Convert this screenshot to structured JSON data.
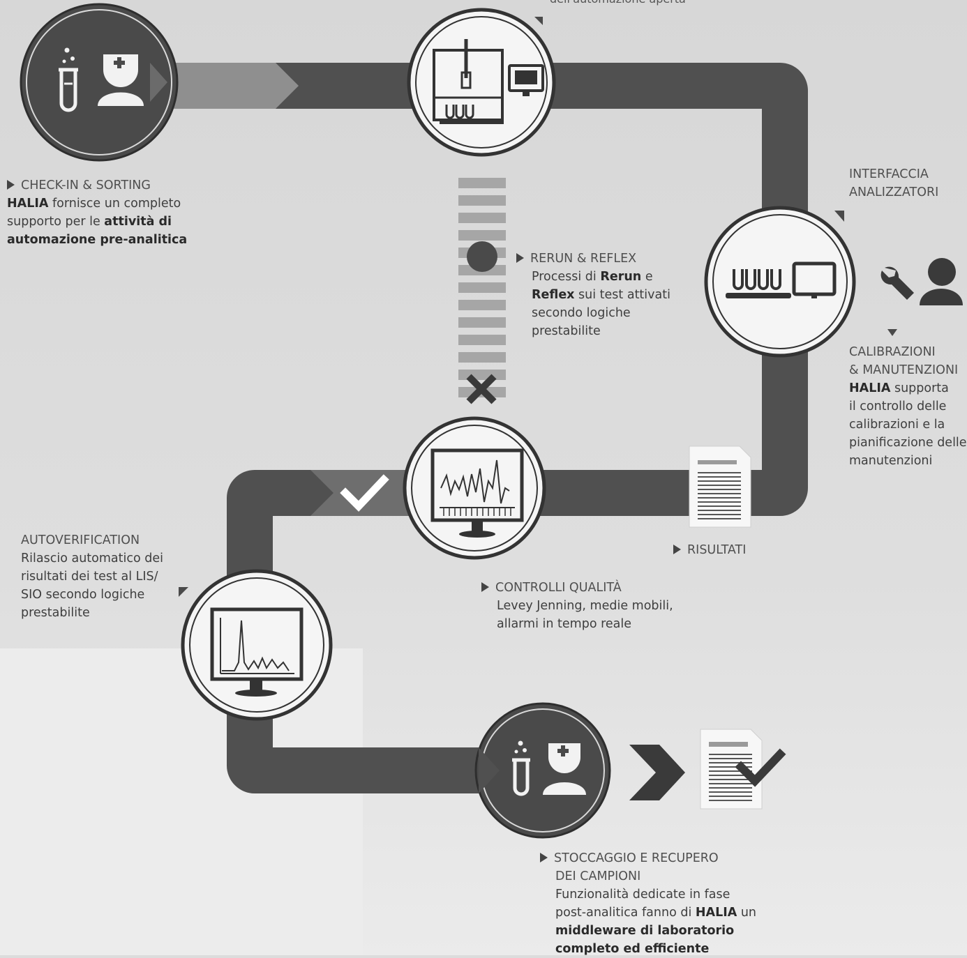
{
  "top_caption": "dell'automazione aperta",
  "nodes": [
    {
      "id": "checkin",
      "head": "CHECK-IN & SORTING",
      "lines": [
        [
          {
            "t": "HALIA",
            "b": true
          },
          {
            "t": " fornisce un completo",
            "b": false
          }
        ],
        [
          {
            "t": "supporto per le ",
            "b": false
          },
          {
            "t": "attività di",
            "b": true
          }
        ],
        [
          {
            "t": "automazione pre-analitica",
            "b": true
          }
        ]
      ]
    },
    {
      "id": "interfaccia",
      "head_lines": [
        "INTERFACCIA",
        "ANALIZZATORI"
      ]
    },
    {
      "id": "rerun",
      "head": "RERUN & REFLEX",
      "lines": [
        [
          {
            "t": "Processi di ",
            "b": false
          },
          {
            "t": "Rerun",
            "b": true
          },
          {
            "t": " e",
            "b": false
          }
        ],
        [
          {
            "t": "Reflex",
            "b": true
          },
          {
            "t": " sui test attivati",
            "b": false
          }
        ],
        [
          {
            "t": "secondo logiche",
            "b": false
          }
        ],
        [
          {
            "t": "prestabilite",
            "b": false
          }
        ]
      ]
    },
    {
      "id": "calibrazioni",
      "head_lines": [
        "CALIBRAZIONI",
        "& MANUTENZIONI"
      ],
      "lines": [
        [
          {
            "t": "HALIA",
            "b": true
          },
          {
            "t": " supporta",
            "b": false
          }
        ],
        [
          {
            "t": "il controllo delle",
            "b": false
          }
        ],
        [
          {
            "t": "calibrazioni e la",
            "b": false
          }
        ],
        [
          {
            "t": "pianificazione delle",
            "b": false
          }
        ],
        [
          {
            "t": "manutenzioni",
            "b": false
          }
        ]
      ]
    },
    {
      "id": "risultati",
      "head": "RISULTATI"
    },
    {
      "id": "qualita",
      "head": "CONTROLLI QUALITÀ",
      "lines": [
        [
          {
            "t": "Levey Jenning, medie mobili,",
            "b": false
          }
        ],
        [
          {
            "t": "allarmi in tempo reale",
            "b": false
          }
        ]
      ]
    },
    {
      "id": "autoverification",
      "head_lines": [
        "AUTOVERIFICATION"
      ],
      "lines": [
        [
          {
            "t": "Rilascio automatico dei",
            "b": false
          }
        ],
        [
          {
            "t": "risultati dei test al LIS/",
            "b": false
          }
        ],
        [
          {
            "t": "SIO secondo logiche",
            "b": false
          }
        ],
        [
          {
            "t": "prestabilite",
            "b": false
          }
        ]
      ]
    },
    {
      "id": "stoccaggio",
      "head_lines": [
        "STOCCAGGIO E RECUPERO",
        "DEI CAMPIONI"
      ],
      "lines": [
        [
          {
            "t": "Funzionalità dedicate in fase",
            "b": false
          }
        ],
        [
          {
            "t": "post-analitica fanno di ",
            "b": false
          },
          {
            "t": "HALIA",
            "b": true
          },
          {
            "t": " un",
            "b": false
          }
        ],
        [
          {
            "t": "middleware di laboratorio",
            "b": true
          }
        ],
        [
          {
            "t": "completo ed efficiente",
            "b": true
          }
        ]
      ]
    }
  ],
  "colors": {
    "background": "#dcdcdc",
    "track": "#505050",
    "track_light": "#8a8a8a",
    "circle_fill": "#4a4a4a",
    "circle_white": "#f5f5f5",
    "text": "#3e3e3e"
  },
  "icons": [
    "test-tube-icon",
    "nurse-icon",
    "analyzer-icon",
    "monitor-icon",
    "wrench-icon",
    "person-icon",
    "document-icon",
    "checkmark-icon",
    "cross-icon",
    "chevron-icon"
  ]
}
